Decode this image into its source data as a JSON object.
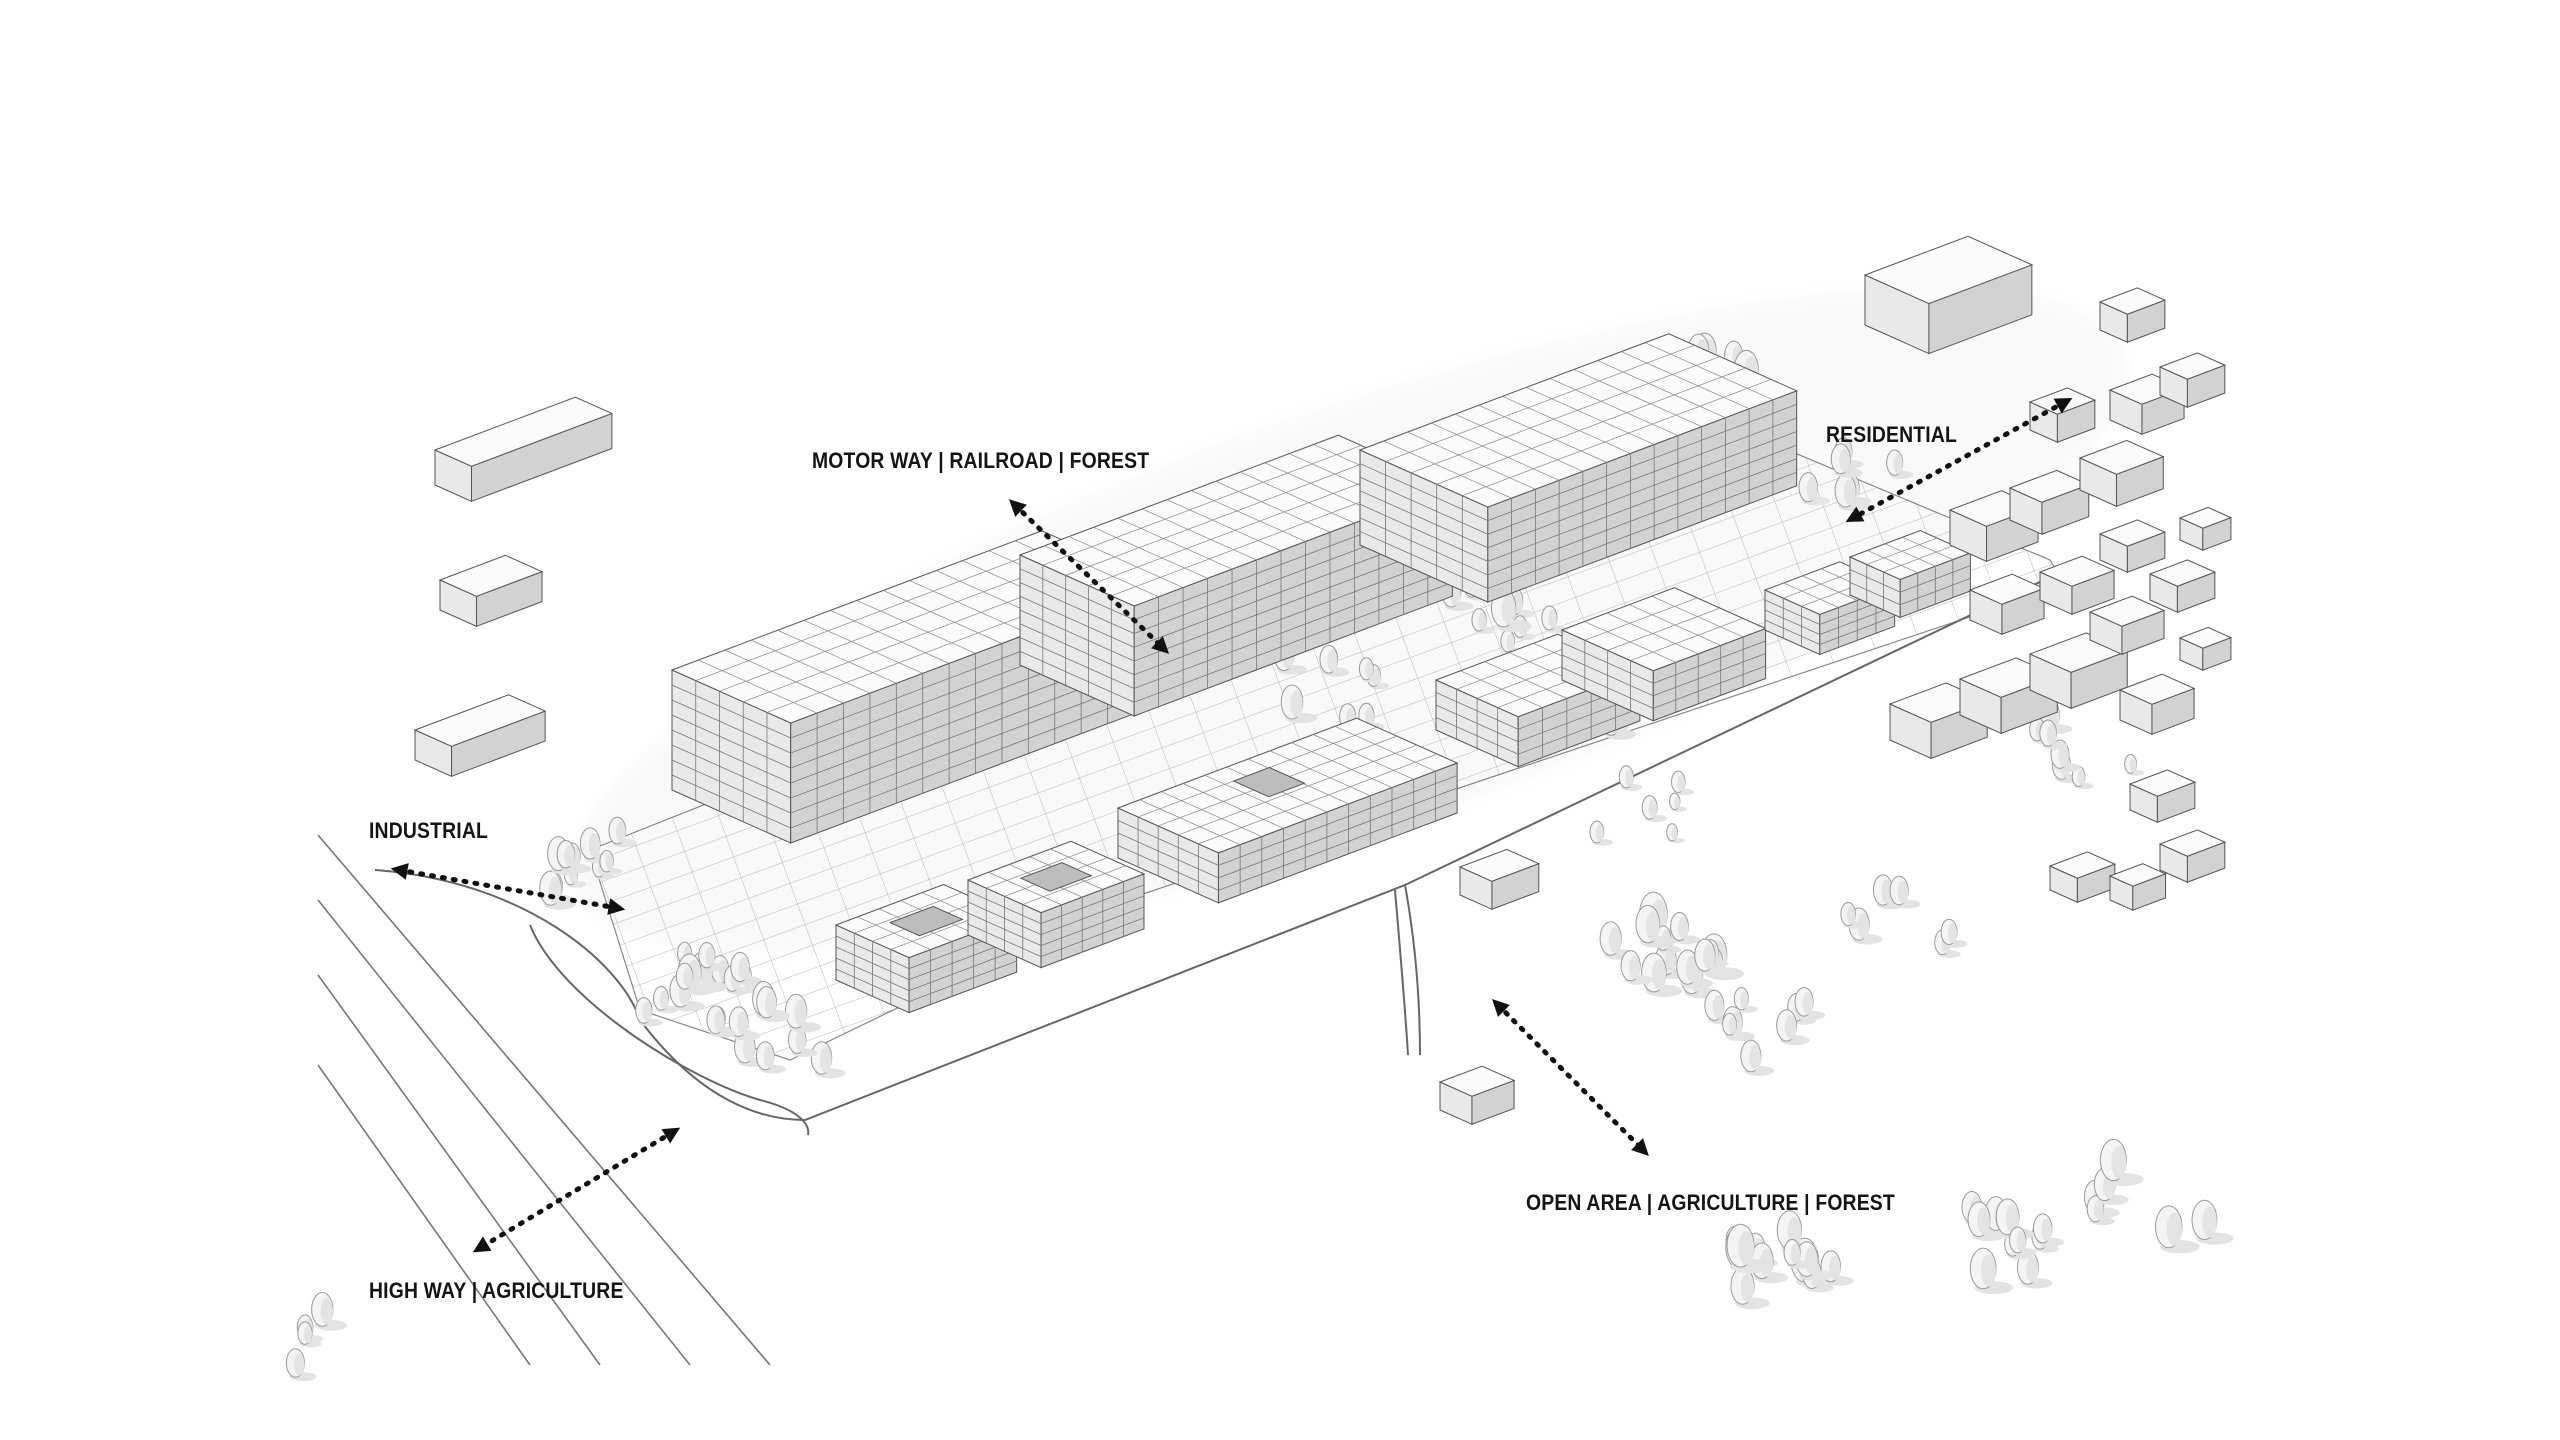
{
  "labels": {
    "motorway": "MOTOR WAY | RAILROAD | FOREST",
    "residential": "RESIDENTIAL",
    "industrial": "INDUSTRIAL",
    "highway": "HIGH WAY | AGRICULTURE",
    "open_area": "OPEN AREA | AGRICULTURE | FOREST"
  },
  "colors": {
    "background": "#ffffff",
    "building_top": "#fbfbfb",
    "building_left": "#e9e9e9",
    "building_right": "#d2d2d2",
    "line": "#555555",
    "arrow": "#111111"
  }
}
